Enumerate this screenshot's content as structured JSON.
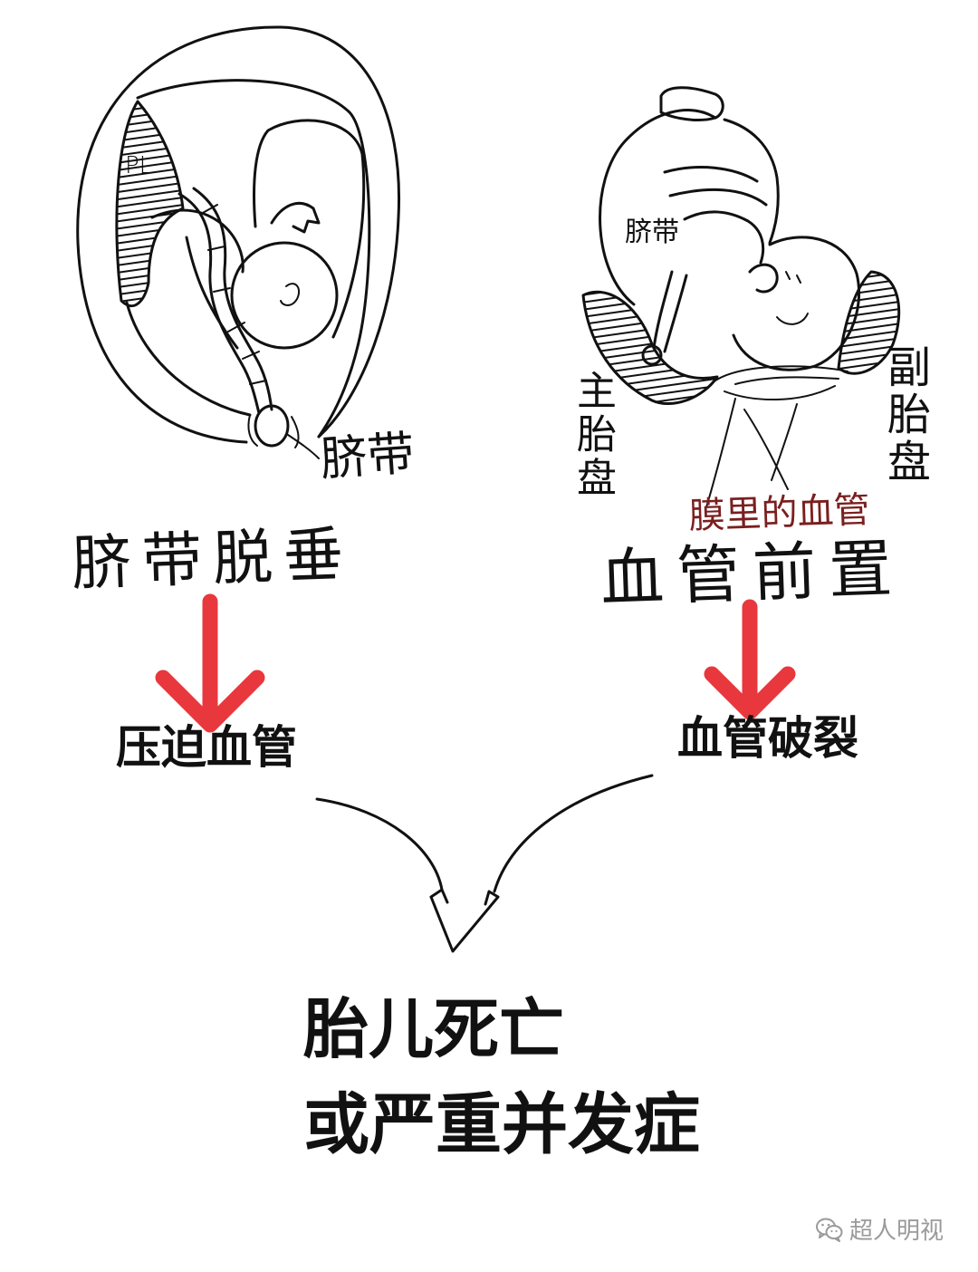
{
  "diagram": {
    "left": {
      "placenta_label": "PL",
      "cord_label": "脐带",
      "title": "脐带脱垂",
      "consequence": "压迫血管"
    },
    "right": {
      "cord_label": "脐带",
      "main_placenta_label": "主胎盘",
      "accessory_placenta_label": "副胎盘",
      "vessel_label": "膜里的血管",
      "title": "血管前置",
      "consequence": "血管破裂"
    },
    "outcome": {
      "line1": "胎儿死亡",
      "line2": "或严重并发症"
    }
  },
  "watermark": {
    "icon": "wechat-icon",
    "text": "超人明视"
  },
  "colors": {
    "ink": "#111111",
    "arrow": "#e8383d",
    "vessel_label": "#7a1f1f",
    "watermark": "#9a9a9a"
  }
}
